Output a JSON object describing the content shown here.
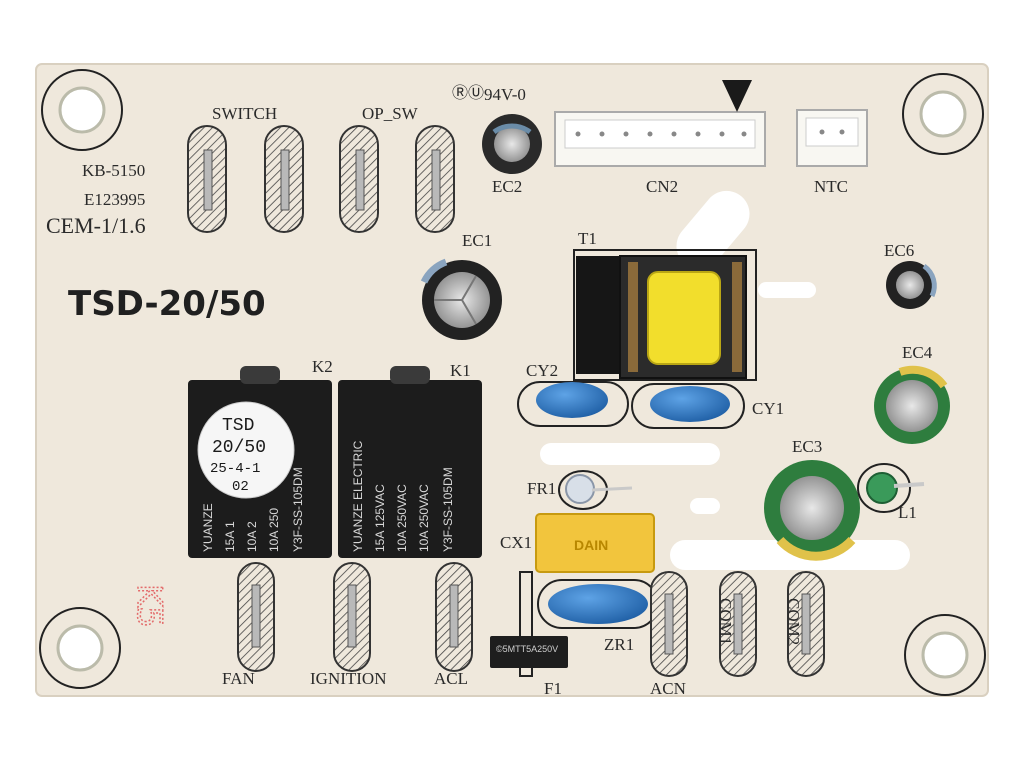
{
  "board": {
    "model": "TSD-20/50",
    "codes": [
      "KB-5150",
      "E123995",
      "CEM-1/1.6"
    ],
    "flammability": "94V-0",
    "ul_mark": "ⓇⓊ",
    "colors": {
      "pcb": "#efe8dc",
      "relay": "#1c1c1c",
      "capacitor_blue": "#2f79c6",
      "xcap_yellow": "#f2c53d",
      "electrolytic_black": "#2a2a2a",
      "electrolytic_green": "#2e7d3e"
    }
  },
  "labels": {
    "switch": "SWITCH",
    "op_sw": "OP_SW",
    "ec1": "EC1",
    "ec2": "EC2",
    "ec3": "EC3",
    "ec4": "EC4",
    "ec6": "EC6",
    "cn2": "CN2",
    "ntc": "NTC",
    "t1": "T1",
    "k1": "K1",
    "k2": "K2",
    "cy1": "CY1",
    "cy2": "CY2",
    "fr1": "FR1",
    "cx1": "CX1",
    "zr1": "ZR1",
    "f1": "F1",
    "l1": "L1",
    "fan": "FAN",
    "ignition": "IGNITION",
    "acl": "ACL",
    "acn": "ACN",
    "com1": "COM1",
    "com2": "COM2"
  },
  "sticker": {
    "line1": "TSD",
    "line2": "20/50",
    "line3": "25-4-1",
    "line4": "02"
  },
  "relay_k1": {
    "brand": "YUANZE ELECTRIC",
    "model": "Y3F-SS-105DM",
    "rating1": "15A 125VAC",
    "rating2": "10A 250VAC",
    "rating3": "10A 250VAC"
  },
  "relay_k2": {
    "brand": "YUANZE",
    "model": "Y3F-SS-105DM",
    "rating1": "15A 1",
    "rating2": "10A 2",
    "rating3": "10A 250"
  },
  "fuse": {
    "marking": "©5MTT5A250V"
  },
  "xcap": {
    "marking": "DAIN"
  },
  "stamp": {
    "text": "K5"
  }
}
